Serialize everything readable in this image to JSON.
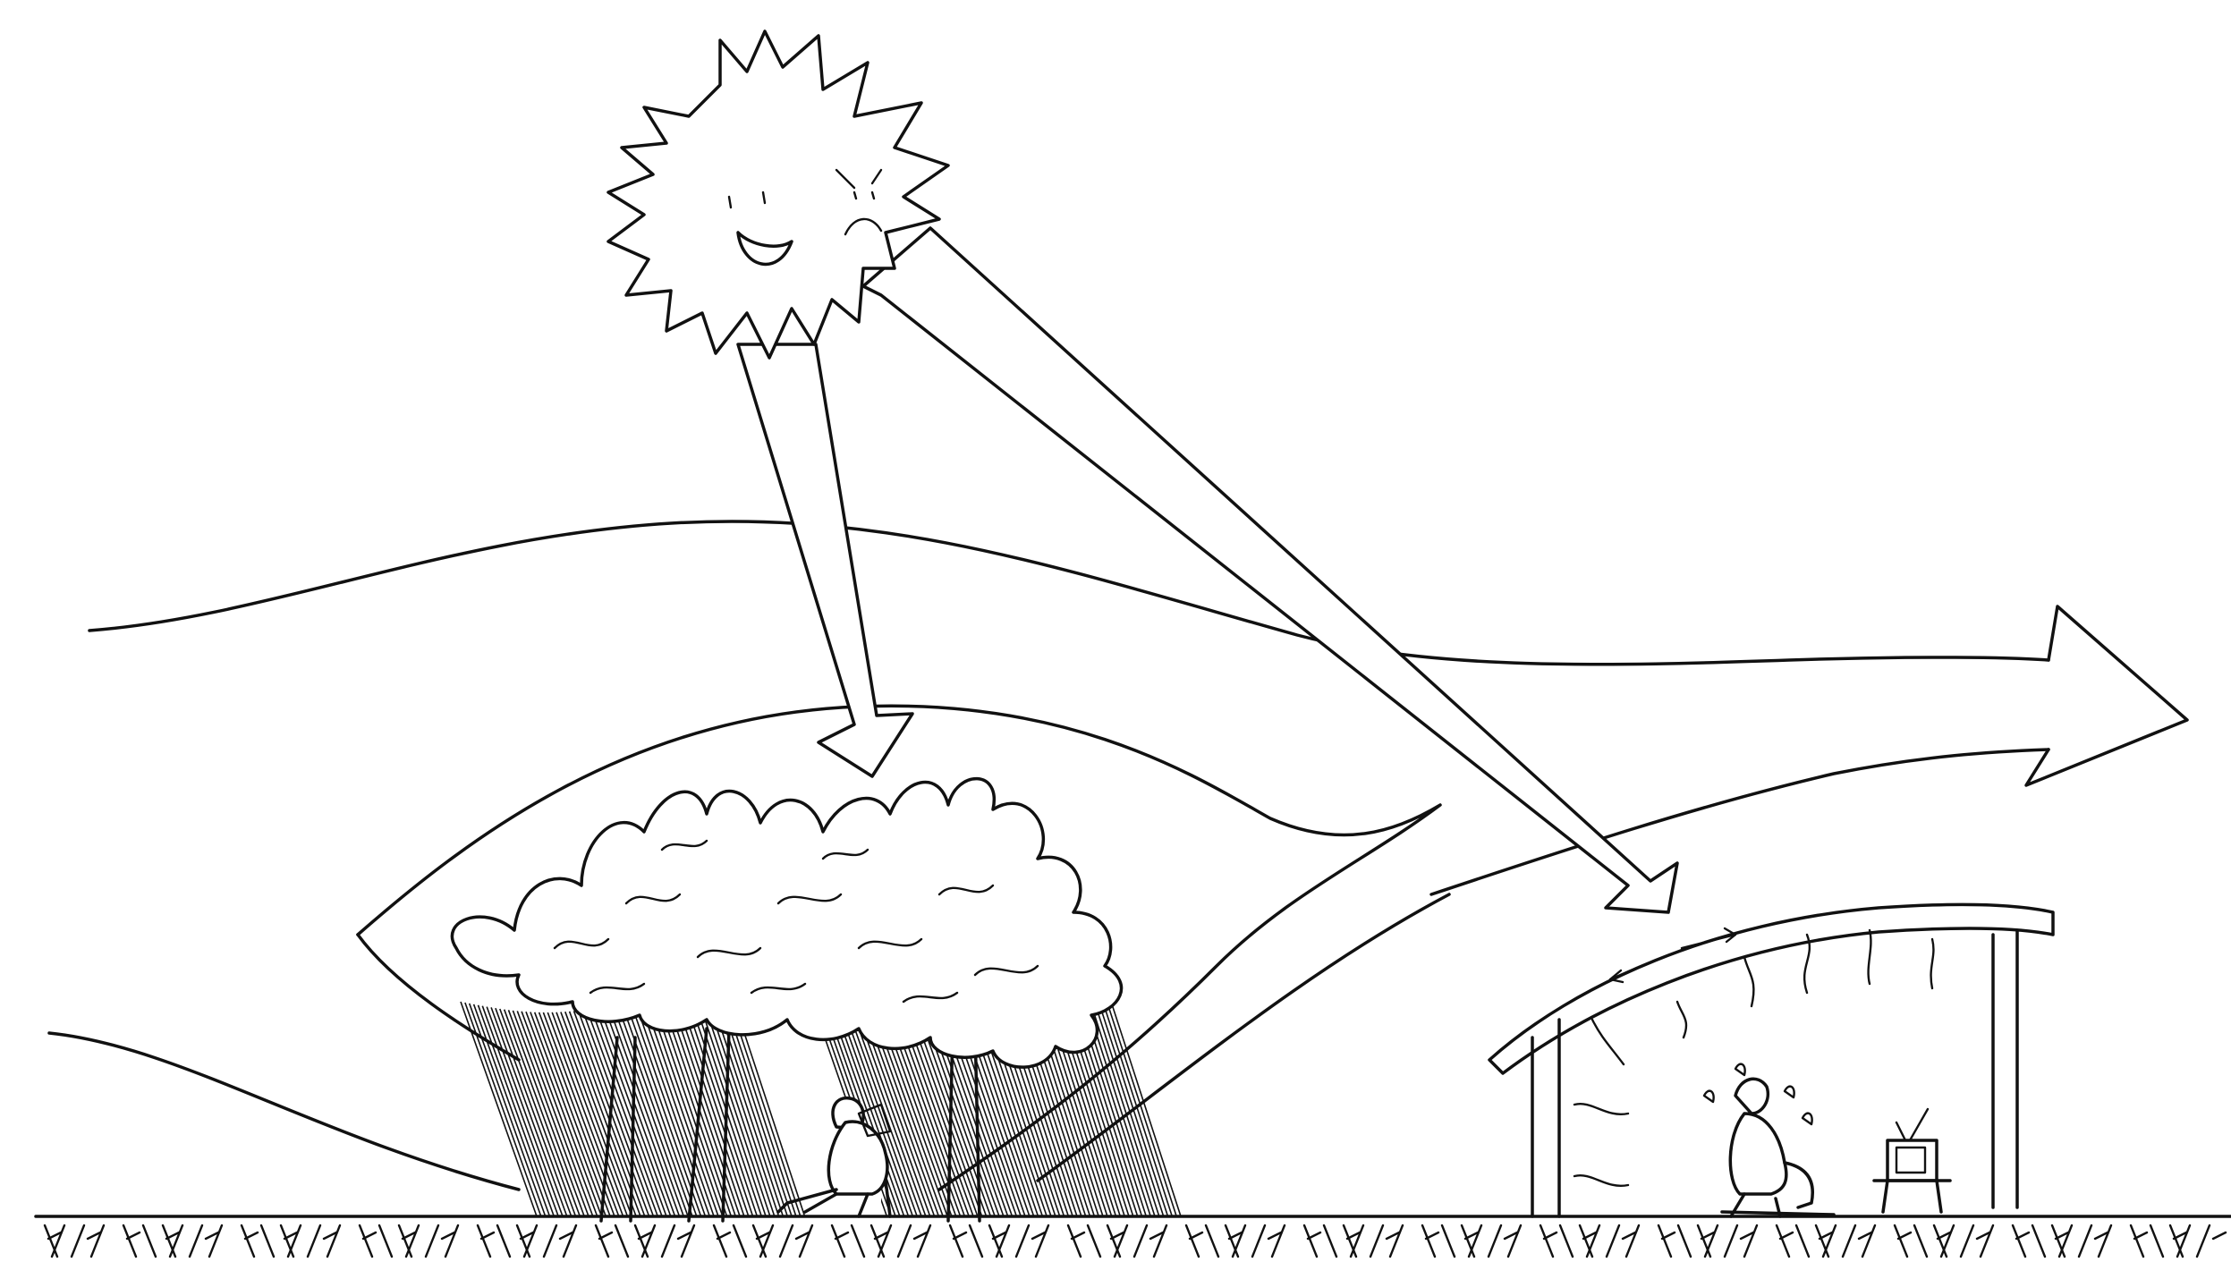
{
  "diagram": {
    "background": "#ffffff",
    "ink": "#111111",
    "elements": [
      "sun-icon",
      "heat-ray-arrow",
      "reflected-heat-arrow",
      "wind-flow-arrow",
      "tree-canopy",
      "shade",
      "person-reading-in-shade",
      "house",
      "person-sweating",
      "television-icon",
      "ground"
    ]
  }
}
